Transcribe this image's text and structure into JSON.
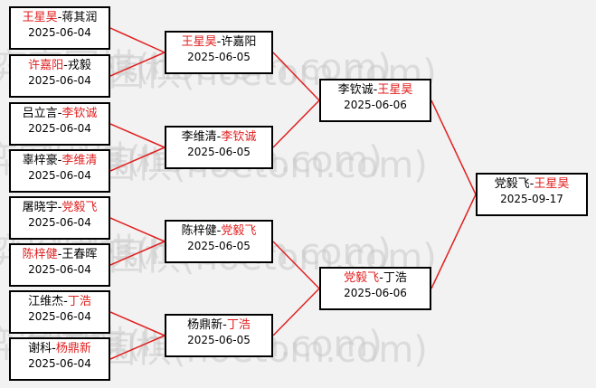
{
  "colors": {
    "winner": "#e02020",
    "line": "#e02020",
    "border": "#000000",
    "background": "#f2f2f2",
    "watermark": "#c9c9c9"
  },
  "watermark": {
    "text": "弈客围棋(hoetom.com)"
  },
  "bracket": {
    "round1": [
      {
        "p1": "王星昊",
        "p2": "蒋其润",
        "winner": 1,
        "date": "2025-06-04"
      },
      {
        "p1": "许嘉阳",
        "p2": "戎毅",
        "winner": 1,
        "date": "2025-06-04"
      },
      {
        "p1": "吕立言",
        "p2": "李钦诚",
        "winner": 2,
        "date": "2025-06-04"
      },
      {
        "p1": "辜梓豪",
        "p2": "李维清",
        "winner": 2,
        "date": "2025-06-04"
      },
      {
        "p1": "屠晓宇",
        "p2": "党毅飞",
        "winner": 2,
        "date": "2025-06-04"
      },
      {
        "p1": "陈梓健",
        "p2": "王春晖",
        "winner": 1,
        "date": "2025-06-04"
      },
      {
        "p1": "江维杰",
        "p2": "丁浩",
        "winner": 2,
        "date": "2025-06-04"
      },
      {
        "p1": "谢科",
        "p2": "杨鼎新",
        "winner": 2,
        "date": "2025-06-04"
      }
    ],
    "round2": [
      {
        "p1": "王星昊",
        "p2": "许嘉阳",
        "winner": 1,
        "date": "2025-06-05"
      },
      {
        "p1": "李维清",
        "p2": "李钦诚",
        "winner": 2,
        "date": "2025-06-05"
      },
      {
        "p1": "陈梓健",
        "p2": "党毅飞",
        "winner": 2,
        "date": "2025-06-05"
      },
      {
        "p1": "杨鼎新",
        "p2": "丁浩",
        "winner": 2,
        "date": "2025-06-05"
      }
    ],
    "round3": [
      {
        "p1": "李钦诚",
        "p2": "王星昊",
        "winner": 2,
        "date": "2025-06-06"
      },
      {
        "p1": "党毅飞",
        "p2": "丁浩",
        "winner": 1,
        "date": "2025-06-06"
      }
    ],
    "final": [
      {
        "p1": "党毅飞",
        "p2": "王星昊",
        "winner": 2,
        "date": "2025-09-17"
      }
    ]
  }
}
